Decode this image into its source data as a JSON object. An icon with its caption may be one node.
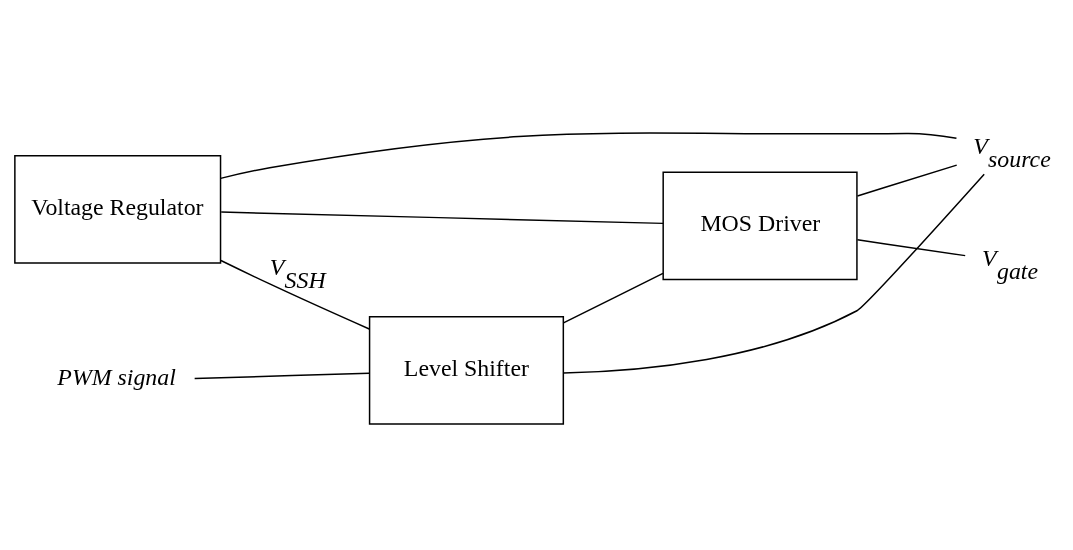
{
  "diagram": {
    "nodes": [
      {
        "text": [
          "V$_{source}$"
        ]
      },
      {
        "text": [
          "Voltage Regulator"
        ]
      },
      {
        "text": [
          "MOS Driver"
        ]
      },
      {
        "text": [
          "V$_{gate}$"
        ]
      },
      {
        "text": [
          "PWM signal"
        ]
      },
      {
        "text": [
          "Level Shifter"
        ]
      }
    ],
    "edges": [
      {
        "from": 1,
        "to": 0,
        "arrow": "none"
      },
      {
        "from": 5,
        "to": 0,
        "arrow": "none"
      },
      {
        "from": 2,
        "to": 0,
        "arrow": "none"
      },
      {
        "from": 1,
        "to": 5,
        "arrow": "none",
        "label": "V$_{SSH}$"
      },
      {
        "from": 1,
        "to": 2,
        "arrow": "none"
      },
      {
        "from": 5,
        "to": 2,
        "arrow": "none"
      },
      {
        "from": 2,
        "to": 3,
        "arrow": "none"
      },
      {
        "from": 4,
        "to": 5,
        "arrow": "none"
      }
    ]
  }
}
